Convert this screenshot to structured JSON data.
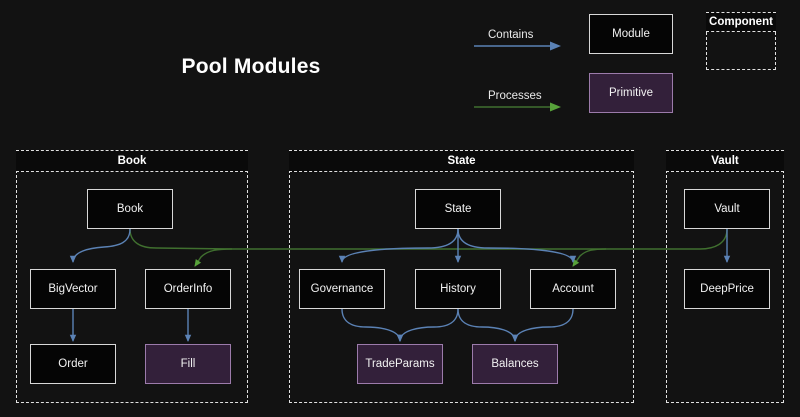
{
  "title": "Pool Modules",
  "theme": {
    "background": "#121212",
    "module_fill": "#050505",
    "module_border": "#d8d8d8",
    "primitive_fill": "#33203a",
    "primitive_border": "#9c7bab",
    "component_border": "#e2e2e2",
    "contains_arrow": "#5b82b5",
    "processes_arrow": "#40702f",
    "processes_arrowhead": "#57a23a",
    "text": "#f2f2f2"
  },
  "legend": {
    "edges": [
      {
        "label": "Contains",
        "color": "#5b82b5"
      },
      {
        "label": "Processes",
        "color": "#40702f"
      }
    ],
    "shapes": [
      {
        "label": "Module",
        "kind": "module"
      },
      {
        "label": "Primitive",
        "kind": "primitive"
      },
      {
        "label": "Component",
        "kind": "component"
      }
    ]
  },
  "components": [
    {
      "name": "Book",
      "nodes": [
        {
          "label": "Book",
          "kind": "module"
        },
        {
          "label": "BigVector",
          "kind": "module"
        },
        {
          "label": "OrderInfo",
          "kind": "module"
        },
        {
          "label": "Order",
          "kind": "module"
        },
        {
          "label": "Fill",
          "kind": "primitive"
        }
      ]
    },
    {
      "name": "State",
      "nodes": [
        {
          "label": "State",
          "kind": "module"
        },
        {
          "label": "Governance",
          "kind": "module"
        },
        {
          "label": "History",
          "kind": "module"
        },
        {
          "label": "Account",
          "kind": "module"
        },
        {
          "label": "TradeParams",
          "kind": "primitive"
        },
        {
          "label": "Balances",
          "kind": "primitive"
        }
      ]
    },
    {
      "name": "Vault",
      "nodes": [
        {
          "label": "Vault",
          "kind": "module"
        },
        {
          "label": "DeepPrice",
          "kind": "module"
        }
      ]
    }
  ],
  "edges": [
    {
      "from": "Book",
      "to": "BigVector",
      "type": "Contains"
    },
    {
      "from": "BigVector",
      "to": "Order",
      "type": "Contains"
    },
    {
      "from": "OrderInfo",
      "to": "Fill",
      "type": "Contains"
    },
    {
      "from": "Book",
      "to": "OrderInfo",
      "type": "Processes"
    },
    {
      "from": "State",
      "to": "Governance",
      "type": "Contains"
    },
    {
      "from": "State",
      "to": "History",
      "type": "Contains"
    },
    {
      "from": "State",
      "to": "Account",
      "type": "Contains"
    },
    {
      "from": "Governance",
      "to": "TradeParams",
      "type": "Contains"
    },
    {
      "from": "History",
      "to": "TradeParams",
      "type": "Contains"
    },
    {
      "from": "History",
      "to": "Balances",
      "type": "Contains"
    },
    {
      "from": "Account",
      "to": "Balances",
      "type": "Contains"
    },
    {
      "from": "Vault",
      "to": "DeepPrice",
      "type": "Contains"
    },
    {
      "from": "Vault",
      "to": "Account",
      "type": "Processes"
    },
    {
      "from": "Vault",
      "to": "OrderInfo",
      "type": "Processes"
    }
  ]
}
